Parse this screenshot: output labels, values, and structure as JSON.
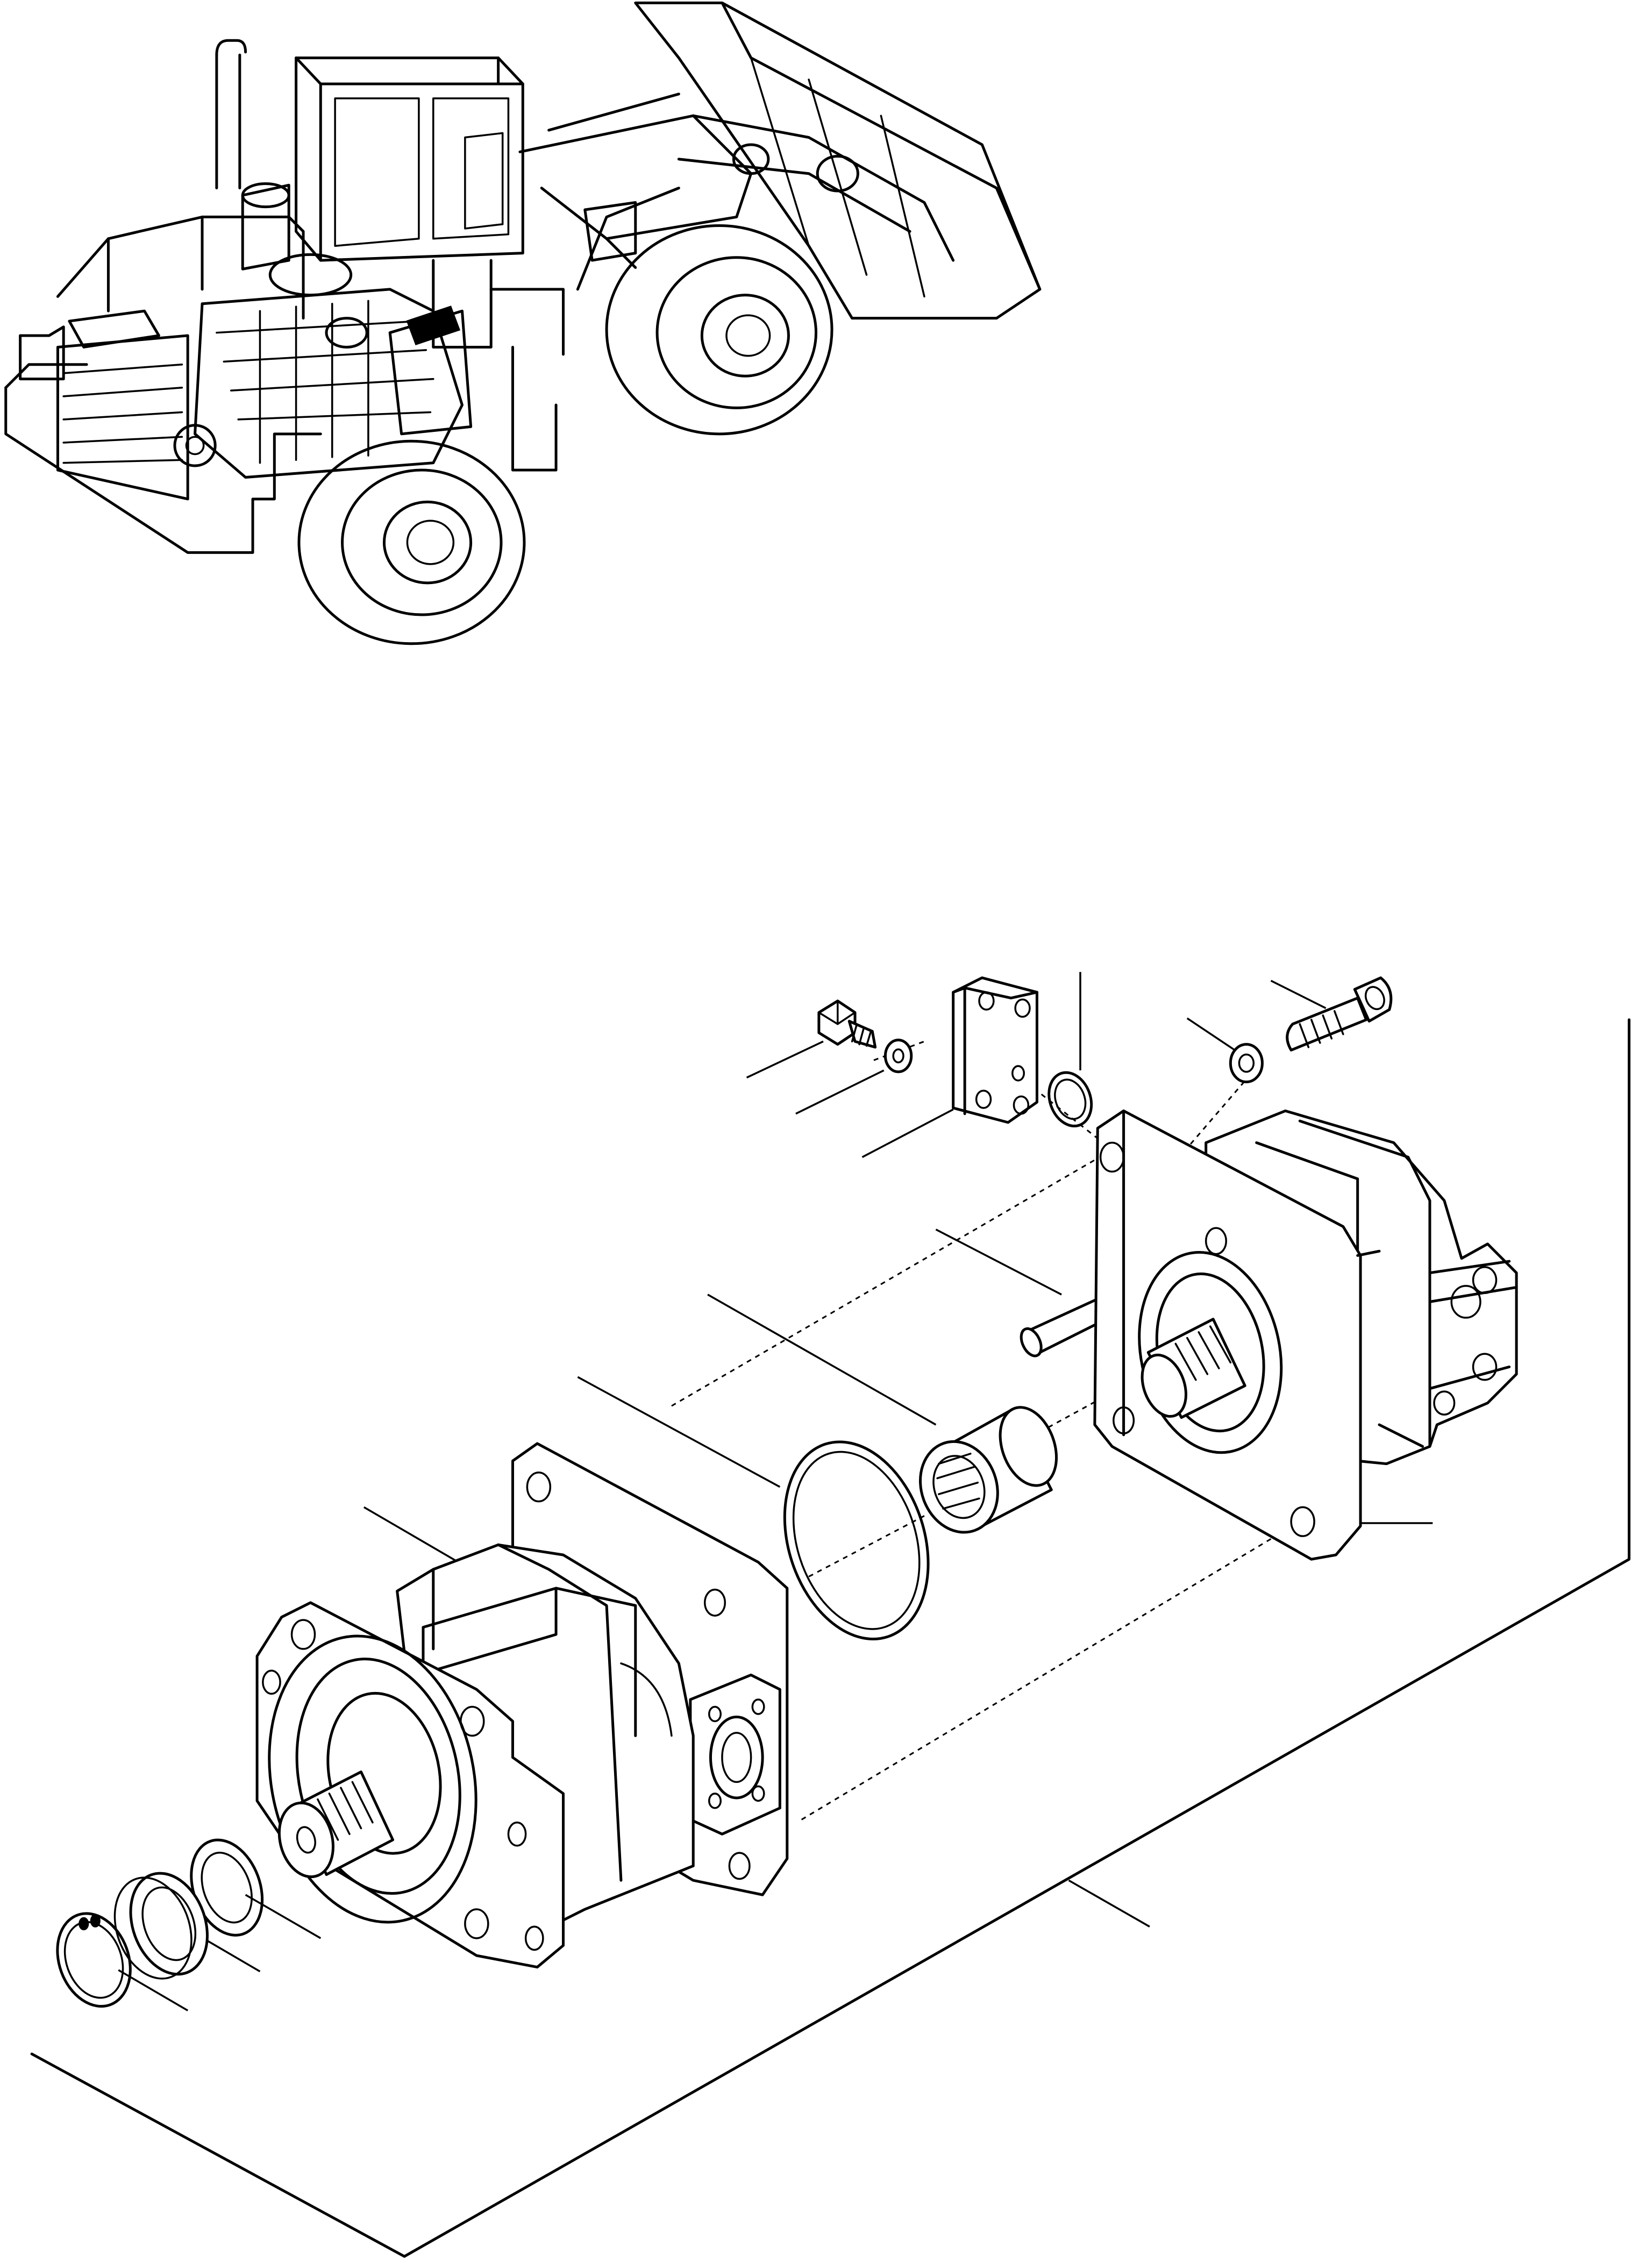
{
  "figure": {
    "kind": "exploded parts diagram",
    "labels": [],
    "colors": {
      "ink": "#000000",
      "paper": "#ffffff"
    }
  },
  "overview": {
    "name": "wheel-loader-overview",
    "highlight": "pump-location-black"
  },
  "parts": [
    {
      "name": "hex-bolt-small"
    },
    {
      "name": "washer-small"
    },
    {
      "name": "mounting-plate"
    },
    {
      "name": "o-ring-small"
    },
    {
      "name": "washer-large"
    },
    {
      "name": "socket-bolt"
    },
    {
      "name": "dowel-pin"
    },
    {
      "name": "coupling-sleeve"
    },
    {
      "name": "o-ring-large"
    },
    {
      "name": "main-pump-body"
    },
    {
      "name": "rear-pump-flange"
    },
    {
      "name": "seal-ring"
    },
    {
      "name": "collar"
    },
    {
      "name": "snap-ring"
    }
  ]
}
